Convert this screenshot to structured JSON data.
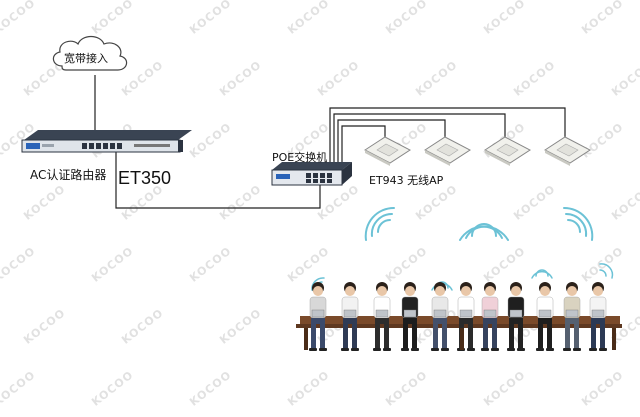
{
  "cloud_label": "宽带接入",
  "router": {
    "name": "AC认证路由器",
    "model": "ET350"
  },
  "poe_switch_label": "POE交换机",
  "ap_label": "ET943  无线AP",
  "watermark": "KOCOO",
  "colors": {
    "device_dark": "#2b3340",
    "device_face": "#e9edf3",
    "brand_blue": "#2a63b8",
    "line": "#222222",
    "wifi": "#6cc2d6",
    "bench": "#7a4a2a"
  },
  "icons": [
    "cloud-icon",
    "router-icon",
    "poe-switch-icon",
    "access-point-icon",
    "wifi-signal-icon",
    "people-on-bench-illustration"
  ]
}
